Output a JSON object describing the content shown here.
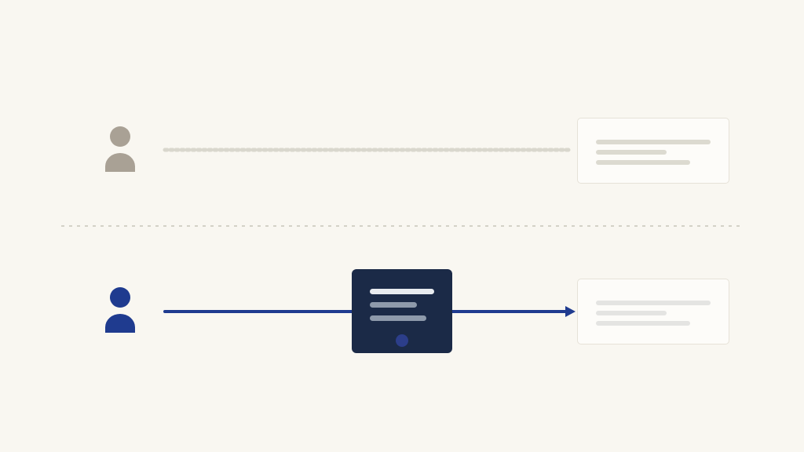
{
  "colors": {
    "background": "#f9f7f1",
    "inactive_person": "#a9a195",
    "inactive_path": "#d9d7cd",
    "divider": "#d4d1c7",
    "active_person": "#1f3b8f",
    "active_path": "#1f3b8f",
    "hub_fill": "#1b2a47",
    "card_border": "#e6e2d8",
    "card_fill": "#fdfcf9"
  },
  "top_row": {
    "person_icon": "person-icon",
    "connection": "dotted-line",
    "card_lines": 3
  },
  "bottom_row": {
    "person_icon": "person-icon",
    "connection": "arrow",
    "hub": "document-hub",
    "card_lines": 3
  }
}
